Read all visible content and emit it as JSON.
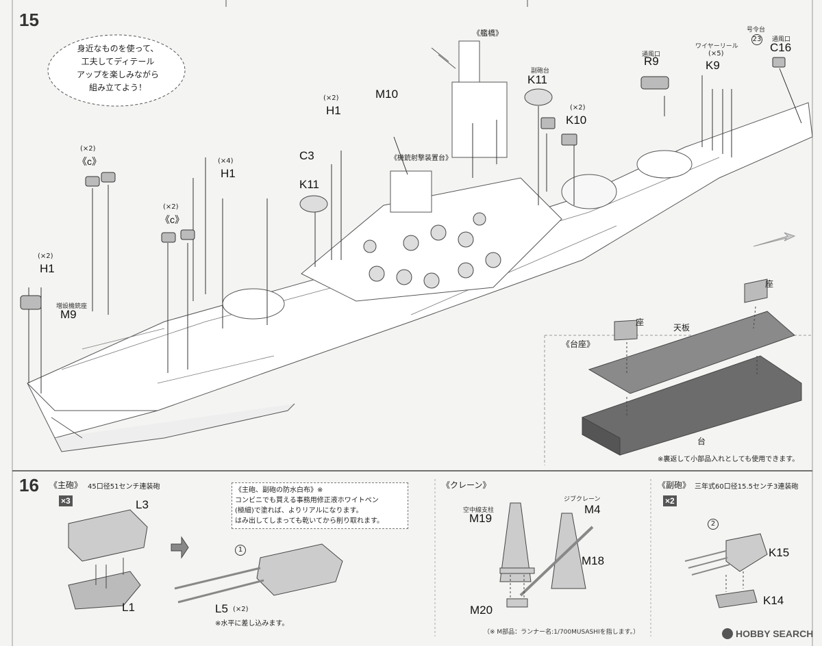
{
  "step15": {
    "number": "15",
    "tip_bubble": [
      "身近なものを使って、",
      "工夫してディテール",
      "アップを楽しみながら",
      "組み立てよう！"
    ],
    "labels": {
      "bridge": "《艦橋》",
      "m10": "M10",
      "h1_x2_top": "H1",
      "x2_top": "(×2)",
      "c3": "C3",
      "k11_left": "K11",
      "aa_platform": "《機銃射撃装置台》",
      "secondary_mount_small": "副砲台",
      "k11_right": "K11",
      "k10_mult": "(×2)",
      "k10": "K10",
      "vent_r9_small": "通風口",
      "r9": "R9",
      "wire_reel_small": "ワイヤーリール",
      "k9_mult": "(×5)",
      "k9": "K9",
      "signal_small": "号令台",
      "signal_num": "23",
      "vent_c16_small": "通風口",
      "c16": "C16",
      "c_group1_mult": "(×2)",
      "c_group1": "《c》",
      "h1_x4_mult": "(×4)",
      "h1_x4": "H1",
      "c_group2_mult": "(×2)",
      "c_group2": "《c》",
      "h1_left_mult": "(×2)",
      "h1_left": "H1",
      "extra_mg_small": "増設機銃座",
      "m9": "M9"
    },
    "stand": {
      "title": "《台座》",
      "seat_left": "座",
      "seat_right": "座",
      "top_plate": "天板",
      "base": "台",
      "footnote": "※裏返して小部品入れとしても使用できます。"
    }
  },
  "step16": {
    "number": "16",
    "main_gun": {
      "title": "《主砲》",
      "subtitle": "45口径51センチ連装砲",
      "mult": "×3",
      "l3": "L3",
      "l1": "L1",
      "l5": "L5",
      "l5_mult": "(×2)",
      "circ1": "1",
      "insert_note": "※水平に差し込みます。"
    },
    "waterproof_note": [
      "《主砲、副砲の防水白布》※",
      "コンビニでも買える事務用修正液ホワイトペン",
      "(極細)で塗れば、よりリアルになります。",
      "はみ出してしまっても乾いてから削り取れます。"
    ],
    "crane": {
      "title": "《クレーン》",
      "aerial_small": "空中線支柱",
      "m19": "M19",
      "jib_small": "ジブクレーン",
      "m4": "M4",
      "m18": "M18",
      "m20": "M20",
      "runner_note": "（※ M部品：ランナー名:1/700MUSASHIを指します。）"
    },
    "secondary": {
      "title": "《副砲》",
      "subtitle": "三年式60口径15.5センチ3連装砲",
      "mult": "×2",
      "circ2": "2",
      "k15": "K15",
      "k14": "K14"
    }
  },
  "watermark": "HOBBY SEARCH"
}
